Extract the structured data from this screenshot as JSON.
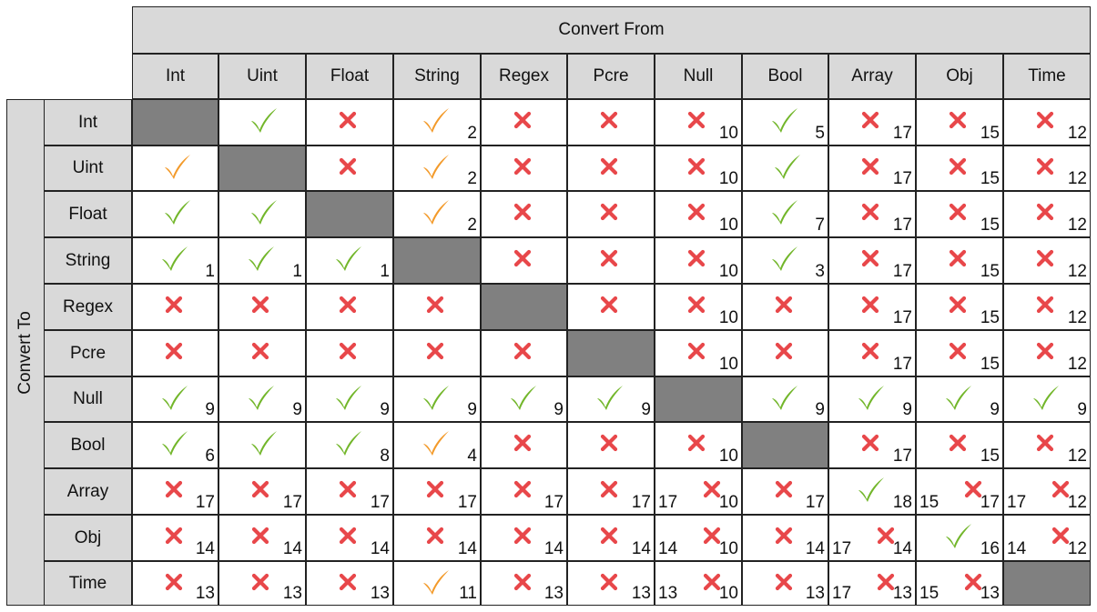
{
  "top_header": "Convert From",
  "side_header": "Convert To",
  "columns": [
    "Int",
    "Uint",
    "Float",
    "String",
    "Regex",
    "Pcre",
    "Null",
    "Bool",
    "Array",
    "Obj",
    "Time"
  ],
  "rows": [
    "Int",
    "Uint",
    "Float",
    "String",
    "Regex",
    "Pcre",
    "Null",
    "Bool",
    "Array",
    "Obj",
    "Time"
  ],
  "legend_icons": {
    "green": "check-icon",
    "orange": "partial-check-icon",
    "red": "cross-icon",
    "gray": "diagonal-cell"
  },
  "colors": {
    "green": "#72b62a",
    "orange": "#f39a2a",
    "red": "#e8474a",
    "header": "#d9d9d9",
    "diagonal": "#808080"
  },
  "cells": [
    [
      {
        "m": "d"
      },
      {
        "m": "g"
      },
      {
        "m": "x"
      },
      {
        "m": "o",
        "n": "2"
      },
      {
        "m": "x"
      },
      {
        "m": "x"
      },
      {
        "m": "x",
        "n": "10"
      },
      {
        "m": "g",
        "n": "5"
      },
      {
        "m": "x",
        "n": "17"
      },
      {
        "m": "x",
        "n": "15"
      },
      {
        "m": "x",
        "n": "12"
      }
    ],
    [
      {
        "m": "o"
      },
      {
        "m": "d"
      },
      {
        "m": "x"
      },
      {
        "m": "o",
        "n": "2"
      },
      {
        "m": "x"
      },
      {
        "m": "x"
      },
      {
        "m": "x",
        "n": "10"
      },
      {
        "m": "g"
      },
      {
        "m": "x",
        "n": "17"
      },
      {
        "m": "x",
        "n": "15"
      },
      {
        "m": "x",
        "n": "12"
      }
    ],
    [
      {
        "m": "g"
      },
      {
        "m": "g"
      },
      {
        "m": "d"
      },
      {
        "m": "o",
        "n": "2"
      },
      {
        "m": "x"
      },
      {
        "m": "x"
      },
      {
        "m": "x",
        "n": "10"
      },
      {
        "m": "g",
        "n": "7"
      },
      {
        "m": "x",
        "n": "17"
      },
      {
        "m": "x",
        "n": "15"
      },
      {
        "m": "x",
        "n": "12"
      }
    ],
    [
      {
        "m": "g",
        "n": "1"
      },
      {
        "m": "g",
        "n": "1"
      },
      {
        "m": "g",
        "n": "1"
      },
      {
        "m": "d"
      },
      {
        "m": "x"
      },
      {
        "m": "x"
      },
      {
        "m": "x",
        "n": "10"
      },
      {
        "m": "g",
        "n": "3"
      },
      {
        "m": "x",
        "n": "17"
      },
      {
        "m": "x",
        "n": "15"
      },
      {
        "m": "x",
        "n": "12"
      }
    ],
    [
      {
        "m": "x"
      },
      {
        "m": "x"
      },
      {
        "m": "x"
      },
      {
        "m": "x"
      },
      {
        "m": "d"
      },
      {
        "m": "x"
      },
      {
        "m": "x",
        "n": "10"
      },
      {
        "m": "x"
      },
      {
        "m": "x",
        "n": "17"
      },
      {
        "m": "x",
        "n": "15"
      },
      {
        "m": "x",
        "n": "12"
      }
    ],
    [
      {
        "m": "x"
      },
      {
        "m": "x"
      },
      {
        "m": "x"
      },
      {
        "m": "x"
      },
      {
        "m": "x"
      },
      {
        "m": "d"
      },
      {
        "m": "x",
        "n": "10"
      },
      {
        "m": "x"
      },
      {
        "m": "x",
        "n": "17"
      },
      {
        "m": "x",
        "n": "15"
      },
      {
        "m": "x",
        "n": "12"
      }
    ],
    [
      {
        "m": "g",
        "n": "9"
      },
      {
        "m": "g",
        "n": "9"
      },
      {
        "m": "g",
        "n": "9"
      },
      {
        "m": "g",
        "n": "9"
      },
      {
        "m": "g",
        "n": "9"
      },
      {
        "m": "g",
        "n": "9"
      },
      {
        "m": "d"
      },
      {
        "m": "g",
        "n": "9"
      },
      {
        "m": "g",
        "n": "9"
      },
      {
        "m": "g",
        "n": "9"
      },
      {
        "m": "g",
        "n": "9"
      }
    ],
    [
      {
        "m": "g",
        "n": "6"
      },
      {
        "m": "g"
      },
      {
        "m": "g",
        "n": "8"
      },
      {
        "m": "o",
        "n": "4"
      },
      {
        "m": "x"
      },
      {
        "m": "x"
      },
      {
        "m": "x",
        "n": "10"
      },
      {
        "m": "d"
      },
      {
        "m": "x",
        "n": "17"
      },
      {
        "m": "x",
        "n": "15"
      },
      {
        "m": "x",
        "n": "12"
      }
    ],
    [
      {
        "m": "x",
        "n": "17"
      },
      {
        "m": "x",
        "n": "17"
      },
      {
        "m": "x",
        "n": "17"
      },
      {
        "m": "x",
        "n": "17"
      },
      {
        "m": "x",
        "n": "17"
      },
      {
        "m": "x",
        "n": "17"
      },
      {
        "m": "x",
        "p": "17",
        "n": "10"
      },
      {
        "m": "x",
        "n": "17"
      },
      {
        "m": "g",
        "n": "18"
      },
      {
        "m": "x",
        "p": "15",
        "n": "17"
      },
      {
        "m": "x",
        "p": "17",
        "n": "12"
      }
    ],
    [
      {
        "m": "x",
        "n": "14"
      },
      {
        "m": "x",
        "n": "14"
      },
      {
        "m": "x",
        "n": "14"
      },
      {
        "m": "x",
        "n": "14"
      },
      {
        "m": "x",
        "n": "14"
      },
      {
        "m": "x",
        "n": "14"
      },
      {
        "m": "x",
        "p": "14",
        "n": "10"
      },
      {
        "m": "x",
        "n": "14"
      },
      {
        "m": "x",
        "p": "17",
        "n": "14"
      },
      {
        "m": "g",
        "n": "16"
      },
      {
        "m": "x",
        "p": "14",
        "n": "12"
      }
    ],
    [
      {
        "m": "x",
        "n": "13"
      },
      {
        "m": "x",
        "n": "13"
      },
      {
        "m": "x",
        "n": "13"
      },
      {
        "m": "o",
        "n": "11"
      },
      {
        "m": "x",
        "n": "13"
      },
      {
        "m": "x",
        "n": "13"
      },
      {
        "m": "x",
        "p": "13",
        "n": "10"
      },
      {
        "m": "x",
        "n": "13"
      },
      {
        "m": "x",
        "p": "17",
        "n": "13"
      },
      {
        "m": "x",
        "p": "15",
        "n": "13"
      },
      {
        "m": "d"
      }
    ]
  ]
}
